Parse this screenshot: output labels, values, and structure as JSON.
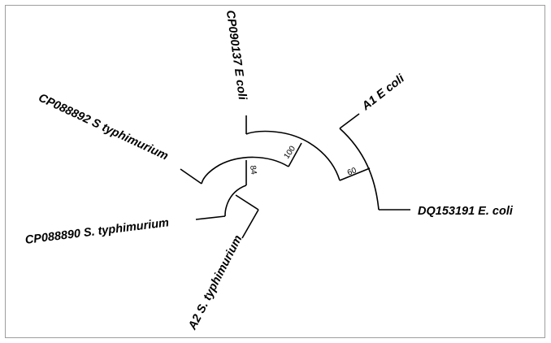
{
  "tree": {
    "type": "circular-phylogenetic-tree",
    "taxa": [
      {
        "id": "cp090137",
        "label": "CP090137 E coli"
      },
      {
        "id": "a1",
        "label": "A1 E coli"
      },
      {
        "id": "dq153191",
        "label": "DQ153191 E. coli"
      },
      {
        "id": "cp088892",
        "label": "CP088892 S typhimurium"
      },
      {
        "id": "cp088890",
        "label": "CP088890 S. typhimurium"
      },
      {
        "id": "a2",
        "label": "A2 S. typhimurium"
      }
    ],
    "bootstrap": [
      {
        "node": "ecoli-a1-dq153191",
        "value": "60"
      },
      {
        "node": "ecoli-cp090137-with-salmonella",
        "value": "100"
      },
      {
        "node": "salmonella-clade",
        "value": "84"
      }
    ],
    "colors": {
      "line": "#000000",
      "text": "#000000",
      "frame": "#9e9e9e",
      "background": "#ffffff"
    }
  }
}
